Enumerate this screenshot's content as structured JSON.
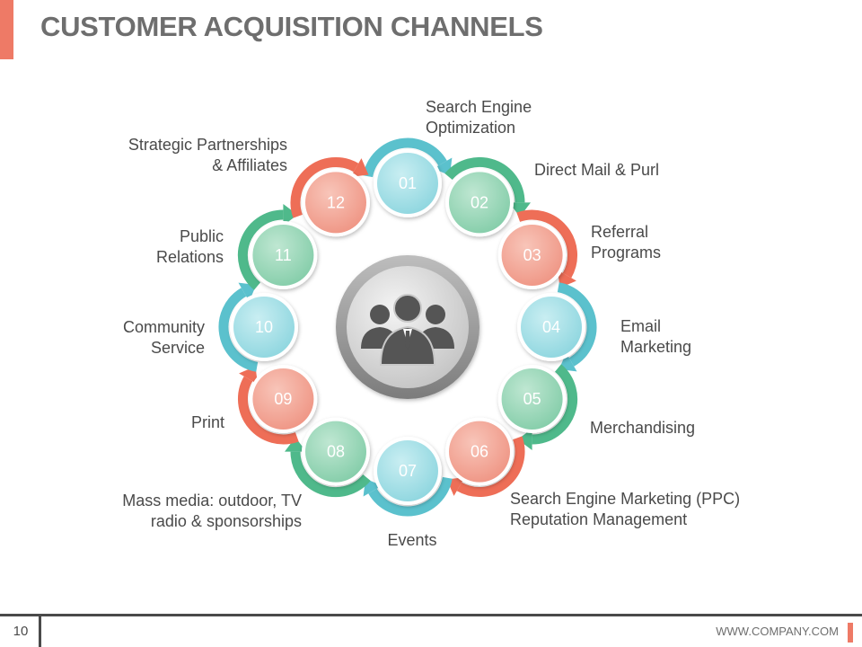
{
  "title": "CUSTOMER ACQUISITION CHANNELS",
  "footer": {
    "page_number": "10",
    "url": "WWW.COMPANY.COM"
  },
  "center_icon": "business-team-icon",
  "colors": {
    "accent": "#ee7a66",
    "teal": "#5bc1cd",
    "green": "#4fb98b",
    "coral": "#ee6e57",
    "text": "#4a4a4a"
  },
  "channels": [
    {
      "number": "01",
      "label": "Search Engine\nOptimization",
      "color": "teal"
    },
    {
      "number": "02",
      "label": "Direct Mail & Purl",
      "color": "green"
    },
    {
      "number": "03",
      "label": "Referral\nPrograms",
      "color": "coral"
    },
    {
      "number": "04",
      "label": "Email\nMarketing",
      "color": "teal"
    },
    {
      "number": "05",
      "label": "Merchandising",
      "color": "green"
    },
    {
      "number": "06",
      "label": "Search Engine Marketing (PPC)\nReputation Management",
      "color": "coral"
    },
    {
      "number": "07",
      "label": "Events",
      "color": "teal"
    },
    {
      "number": "08",
      "label": "Mass media: outdoor, TV\nradio & sponsorships",
      "color": "green"
    },
    {
      "number": "09",
      "label": "Print",
      "color": "coral"
    },
    {
      "number": "10",
      "label": "Community\nService",
      "color": "teal"
    },
    {
      "number": "11",
      "label": "Public\nRelations",
      "color": "green"
    },
    {
      "number": "12",
      "label": "Strategic Partnerships\n& Affiliates",
      "color": "coral"
    }
  ]
}
